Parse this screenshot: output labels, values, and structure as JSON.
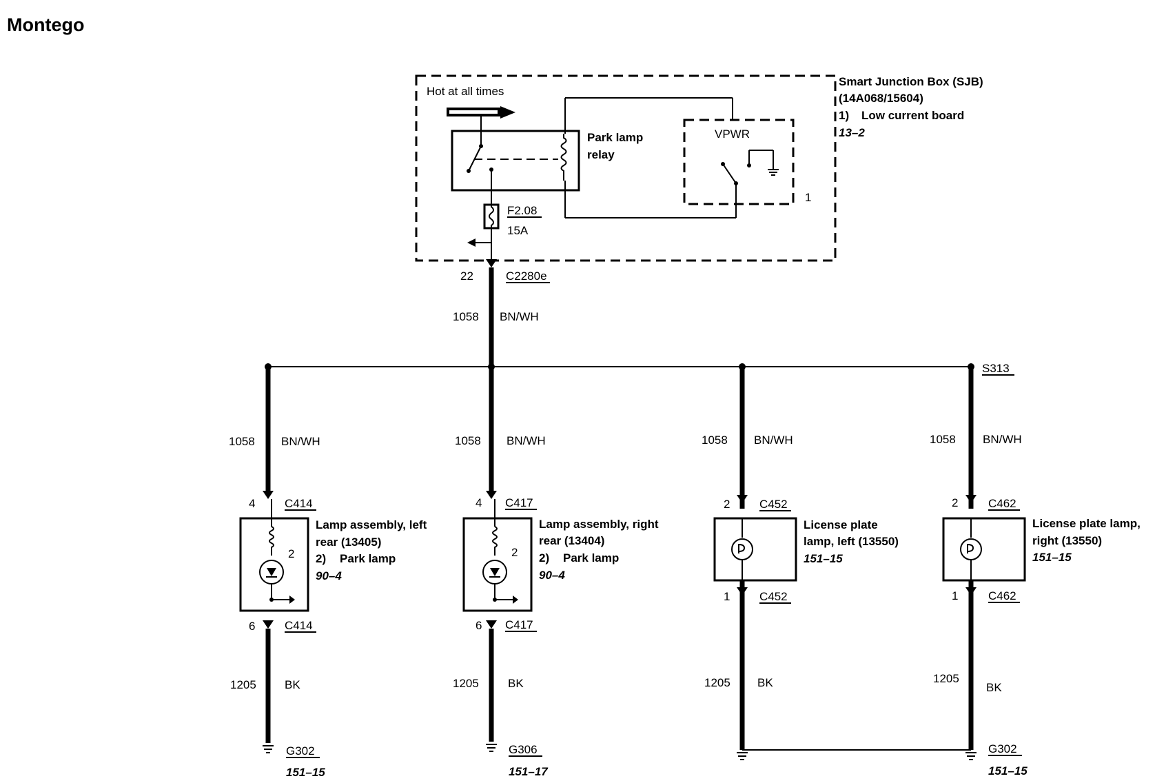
{
  "title": "Montego",
  "sjb": {
    "name": "Smart Junction Box (SJB)",
    "part": "(14A068/15604)",
    "board_num": "1)",
    "board": "Low current board",
    "ref": "13–2",
    "note": "1",
    "hot_label": "Hot at all times",
    "relay_line1": "Park lamp",
    "relay_line2": "relay",
    "vpwr": "VPWR",
    "fuse_id": "F2.08",
    "fuse_amp": "15A",
    "pin": "22",
    "connector": "C2280e"
  },
  "feed": {
    "circuit": "1058",
    "color": "BN/WH"
  },
  "splice": "S313",
  "lamps": [
    {
      "circuit_top": "1058",
      "color_top": "BN/WH",
      "pin_top": "4",
      "conn_top": "C414",
      "name1": "Lamp assembly, left",
      "name2": "rear (13405)",
      "item_num": "2)",
      "item": "Park lamp",
      "ref": "90–4",
      "inner_pin": "2",
      "pin_bot": "6",
      "conn_bot": "C414",
      "circuit_bot": "1205",
      "color_bot": "BK",
      "ground": "G302",
      "ground_ref": "151–15"
    },
    {
      "circuit_top": "1058",
      "color_top": "BN/WH",
      "pin_top": "4",
      "conn_top": "C417",
      "name1": "Lamp assembly, right",
      "name2": "rear (13404)",
      "item_num": "2)",
      "item": "Park lamp",
      "ref": "90–4",
      "inner_pin": "2",
      "pin_bot": "6",
      "conn_bot": "C417",
      "circuit_bot": "1205",
      "color_bot": "BK",
      "ground": "G306",
      "ground_ref": "151–17"
    },
    {
      "circuit_top": "1058",
      "color_top": "BN/WH",
      "pin_top": "2",
      "conn_top": "C452",
      "name1": "License plate",
      "name2": "lamp, left (13550)",
      "ref": "151–15",
      "pin_bot": "1",
      "conn_bot": "C452",
      "circuit_bot": "1205",
      "color_bot": "BK"
    },
    {
      "circuit_top": "1058",
      "color_top": "BN/WH",
      "pin_top": "2",
      "conn_top": "C462",
      "name1": "License plate lamp,",
      "name2": "right (13550)",
      "ref": "151–15",
      "pin_bot": "1",
      "conn_bot": "C462",
      "circuit_bot": "1205",
      "color_bot": "BK",
      "ground": "G302",
      "ground_ref": "151–15"
    }
  ]
}
